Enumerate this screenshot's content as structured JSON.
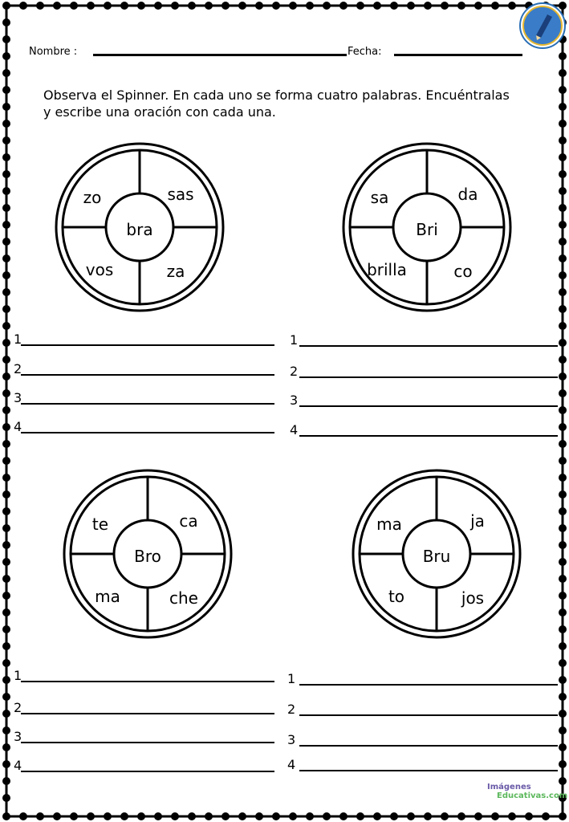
{
  "header": {
    "name_label": "Nombre :",
    "date_label": "Fecha:"
  },
  "instructions": {
    "line1": "Observa el Spinner. En cada uno se forma cuatro palabras. Encuéntralas",
    "line2": "y escribe una  oración con cada una."
  },
  "spinners": [
    {
      "center": "bra",
      "top_left": "zo",
      "top_right": "sas",
      "bottom_left": "vos",
      "bottom_right": "za"
    },
    {
      "center": "Bri",
      "top_left": "sa",
      "top_right": "da",
      "bottom_left": "brilla",
      "bottom_right": "co"
    },
    {
      "center": "Bro",
      "top_left": "te",
      "top_right": "ca",
      "bottom_left": "ma",
      "bottom_right": "che"
    },
    {
      "center": "Bru",
      "top_left": "ma",
      "top_right": "ja",
      "bottom_left": "to",
      "bottom_right": "jos"
    }
  ],
  "line_numbers": [
    "1",
    "2",
    "3",
    "4"
  ],
  "brand": {
    "line1": "Imágenes",
    "line2": "Educativas.com"
  },
  "logo_icon": "pencil-globe-logo-icon"
}
